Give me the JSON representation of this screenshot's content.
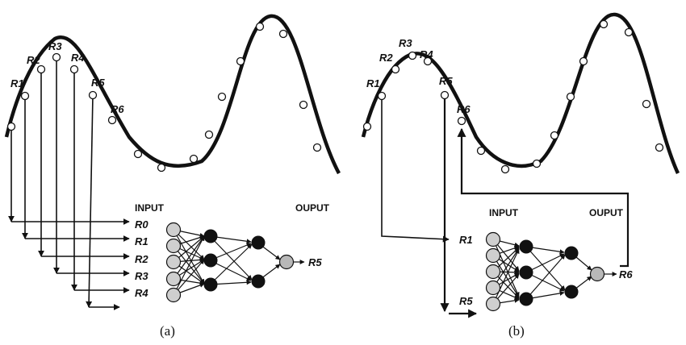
{
  "panel_a": {
    "caption": "(a)",
    "input_header": "INPUT",
    "output_header": "OUPUT",
    "curve_labels": [
      "R1",
      "R2",
      "R3",
      "R4",
      "R5",
      "R6"
    ],
    "input_labels": [
      "R0",
      "R1",
      "R2",
      "R3",
      "R4"
    ],
    "output_label": "R5"
  },
  "panel_b": {
    "caption": "(b)",
    "input_header": "INPUT",
    "output_header": "OUPUT",
    "curve_labels": [
      "R1",
      "R2",
      "R3",
      "R4",
      "R5",
      "R6"
    ],
    "input_labels": [
      "R1",
      "R5"
    ],
    "output_label": "R6"
  }
}
